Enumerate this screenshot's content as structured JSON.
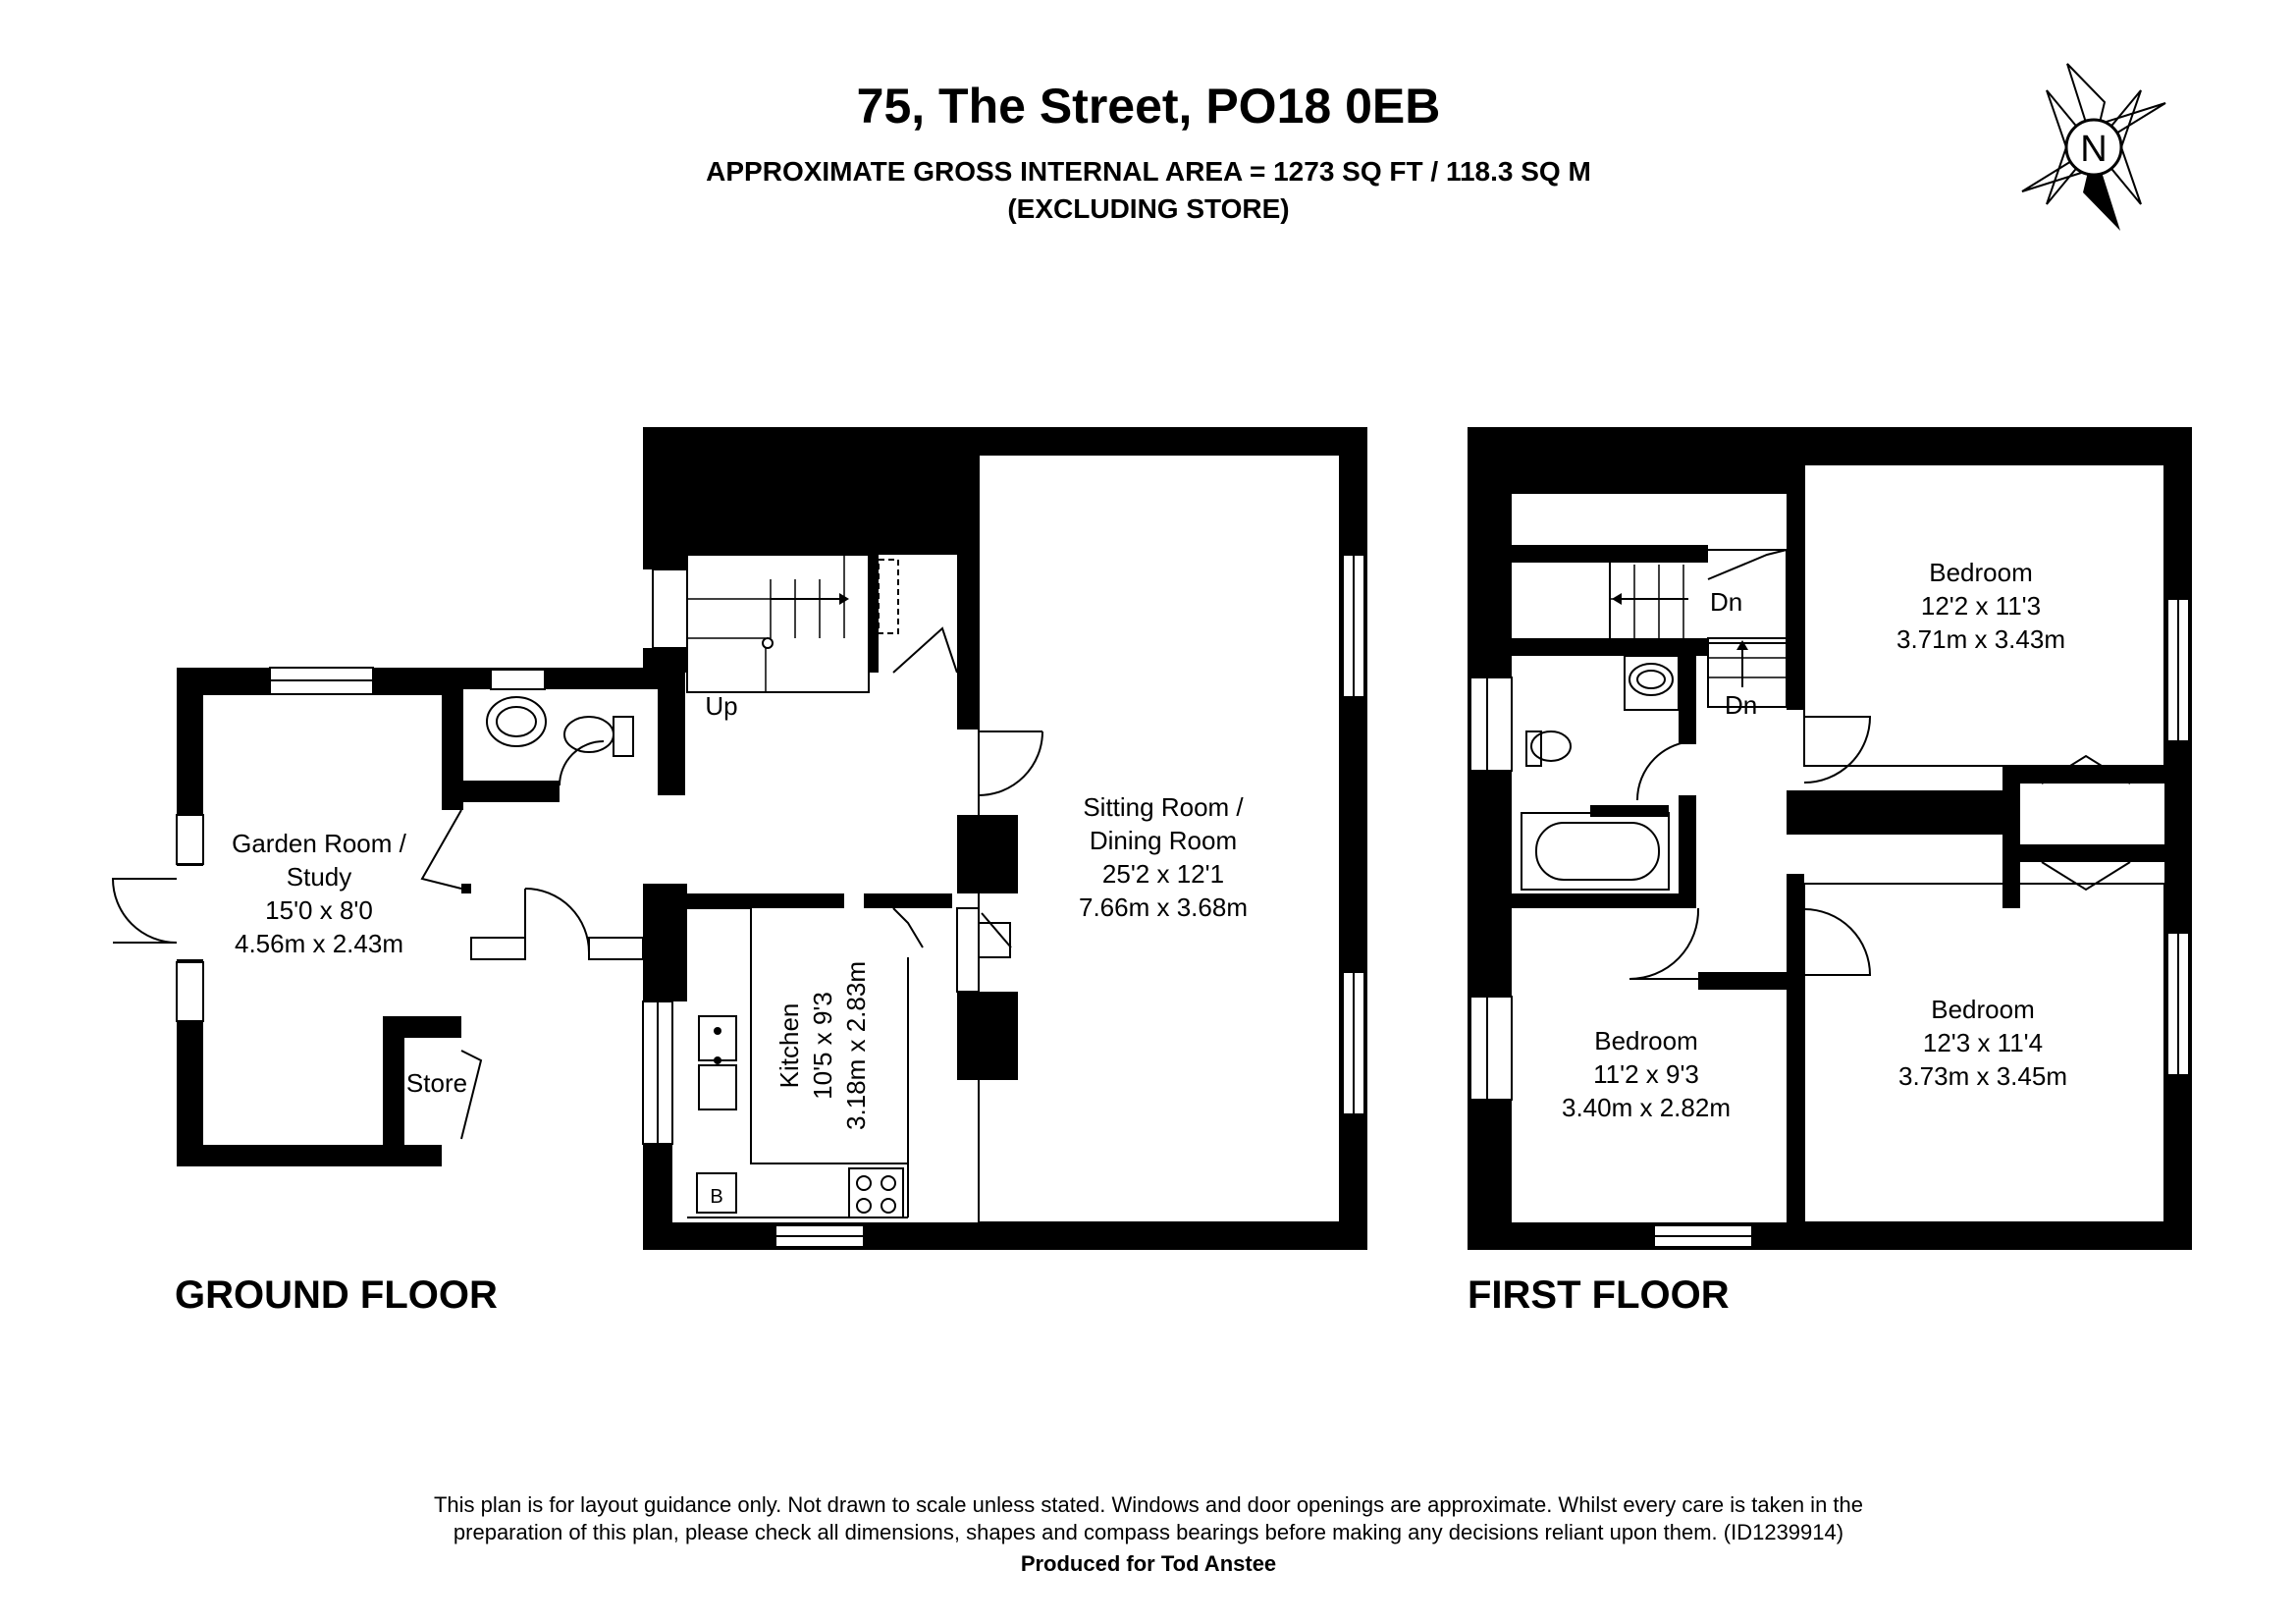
{
  "header": {
    "title": "75, The Street, PO18 0EB",
    "area": "APPROXIMATE GROSS INTERNAL AREA = 1273 SQ FT / 118.3 SQ M",
    "excluding": "(EXCLUDING STORE)"
  },
  "compass": {
    "label": "N"
  },
  "ground_floor": {
    "label": "GROUND FLOOR",
    "garden_room": {
      "name1": "Garden Room /",
      "name2": "Study",
      "imperial": "15'0 x 8'0",
      "metric": "4.56m x 2.43m"
    },
    "store": {
      "name": "Store"
    },
    "kitchen": {
      "name": "Kitchen",
      "imperial": "10'5 x 9'3",
      "metric": "3.18m x 2.83m"
    },
    "sitting_room": {
      "name1": "Sitting Room /",
      "name2": "Dining Room",
      "imperial": "25'2 x 12'1",
      "metric": "7.66m x 3.68m"
    },
    "stairs_label": "Up",
    "boiler_label": "B"
  },
  "first_floor": {
    "label": "FIRST FLOOR",
    "bedroom_top": {
      "name": "Bedroom",
      "imperial": "12'2 x 11'3",
      "metric": "3.71m x 3.43m"
    },
    "bedroom_left": {
      "name": "Bedroom",
      "imperial": "11'2 x 9'3",
      "metric": "3.40m x 2.82m"
    },
    "bedroom_right": {
      "name": "Bedroom",
      "imperial": "12'3 x 11'4",
      "metric": "3.73m x 3.45m"
    },
    "stairs_dn_1": "Dn",
    "stairs_dn_2": "Dn"
  },
  "footer": {
    "line1": "This plan is for layout guidance only. Not drawn to scale unless stated. Windows and door openings are approximate. Whilst every care is taken in the",
    "line2": "preparation of this plan, please check all dimensions, shapes and compass bearings before making any decisions reliant upon them. (ID1239914)",
    "produced": "Produced for Tod Anstee"
  }
}
